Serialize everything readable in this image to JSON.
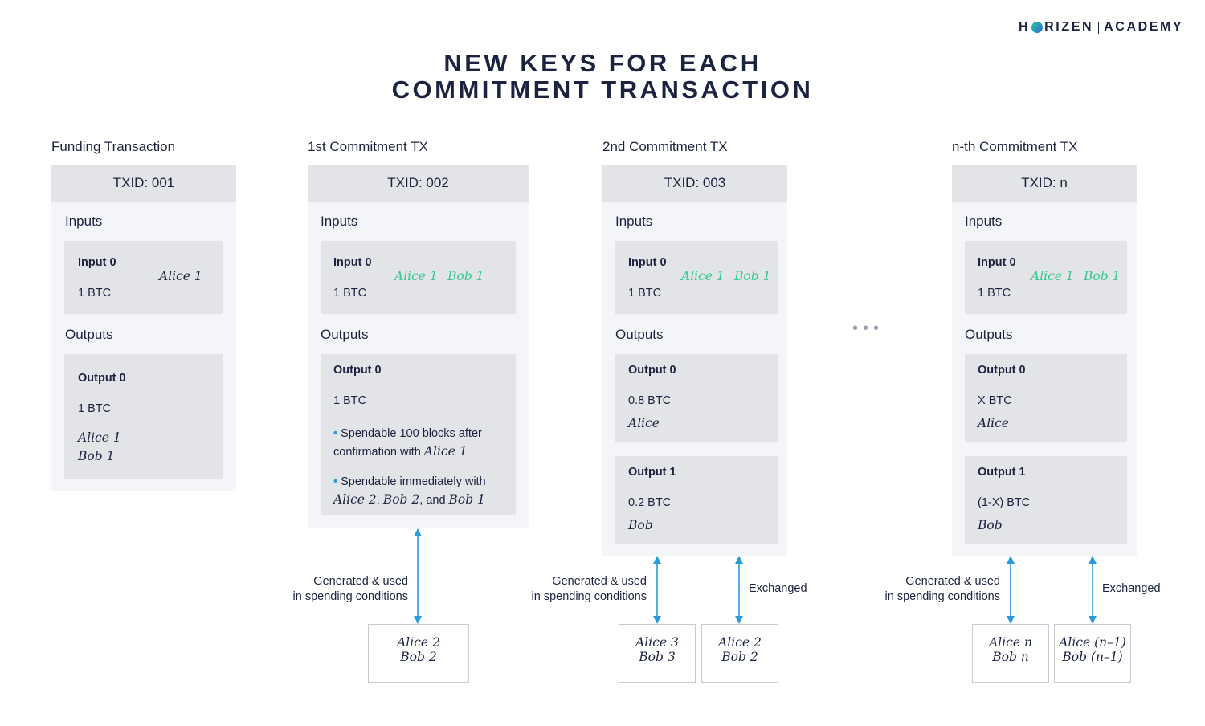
{
  "logo": {
    "left": "H",
    "mid": "RIZEN",
    "right": "ACADEMY"
  },
  "title": {
    "line1": "NEW KEYS FOR EACH",
    "line2": "COMMITMENT TRANSACTION"
  },
  "columns": {
    "funding": {
      "label": "Funding Transaction",
      "txid": "TXID: 001",
      "inputs_label": "Inputs",
      "input0": {
        "name": "Input 0",
        "amount": "1 BTC",
        "key": "Alice 1"
      },
      "outputs_label": "Outputs",
      "output0": {
        "name": "Output 0",
        "amount": "1 BTC",
        "key1": "Alice 1",
        "key2": "Bob 1"
      }
    },
    "c1": {
      "label": "1st Commitment TX",
      "txid": "TXID: 002",
      "inputs_label": "Inputs",
      "input0": {
        "name": "Input 0",
        "amount": "1 BTC",
        "key1": "Alice 1",
        "key2": "Bob 1"
      },
      "outputs_label": "Outputs",
      "output0": {
        "name": "Output 0",
        "amount": "1 BTC",
        "cond1_a": "Spendable 100 blocks after",
        "cond1_b": "confirmation with",
        "cond1_key": "Alice 1",
        "cond2_a": "Spendable immediately with",
        "cond2_k1": "Alice 2",
        "cond2_k2": "Bob 2",
        "cond2_and": ", and",
        "cond2_k3": "Bob 1"
      },
      "arrow_label_1": "Generated & used",
      "arrow_label_2": "in spending conditions",
      "keys": {
        "a": "Alice 2",
        "b": "Bob 2"
      }
    },
    "c2": {
      "label": "2nd Commitment TX",
      "txid": "TXID: 003",
      "inputs_label": "Inputs",
      "input0": {
        "name": "Input 0",
        "amount": "1 BTC",
        "key1": "Alice 1",
        "key2": "Bob 1"
      },
      "outputs_label": "Outputs",
      "output0": {
        "name": "Output 0",
        "amount": "0.8 BTC",
        "key": "Alice"
      },
      "output1": {
        "name": "Output 1",
        "amount": "0.2 BTC",
        "key": "Bob"
      },
      "arrow_label_1": "Generated & used",
      "arrow_label_2": "in spending conditions",
      "exchanged": "Exchanged",
      "keys_new": {
        "a": "Alice 3",
        "b": "Bob 3"
      },
      "keys_old": {
        "a": "Alice 2",
        "b": "Bob 2"
      }
    },
    "cn": {
      "label": "n-th Commitment TX",
      "txid": "TXID: n",
      "inputs_label": "Inputs",
      "input0": {
        "name": "Input 0",
        "amount": "1 BTC",
        "key1": "Alice 1",
        "key2": "Bob 1"
      },
      "outputs_label": "Outputs",
      "output0": {
        "name": "Output 0",
        "amount": "X BTC",
        "key": "Alice"
      },
      "output1": {
        "name": "Output 1",
        "amount": "(1-X) BTC",
        "key": "Bob"
      },
      "arrow_label_1": "Generated & used",
      "arrow_label_2": "in spending conditions",
      "exchanged": "Exchanged",
      "keys_new": {
        "a": "Alice n",
        "b": "Bob n"
      },
      "keys_old": {
        "a": "Alice (n–1)",
        "b": "Bob (n–1)"
      }
    }
  },
  "ellipsis": "•••",
  "colors": {
    "navy": "#1c2340",
    "green": "#31c98f",
    "blue": "#2a9bd8",
    "card": "#f4f5f9",
    "box": "#e3e4e7"
  }
}
